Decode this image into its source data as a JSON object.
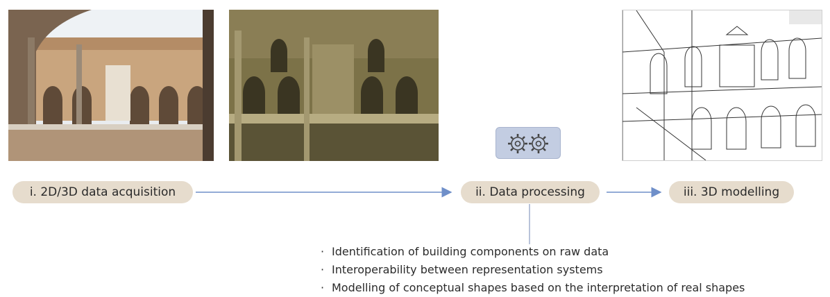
{
  "steps": [
    {
      "label": "i.  2D/3D data acquisition"
    },
    {
      "label": "ii.  Data processing"
    },
    {
      "label": "iii.  3D modelling"
    }
  ],
  "processing_notes": [
    "Identification of building components on raw data",
    "Interoperability between representation systems",
    "Modelling of conceptual shapes based on the interpretation of real shapes"
  ],
  "bullet_symbol": "·",
  "icons": {
    "processing": "gears-icon"
  },
  "colors": {
    "pill_fill": "#e6dccd",
    "arrow": "#6f8fc9",
    "gear_box": "#c3cde2",
    "connector": "#8a9bc0"
  }
}
